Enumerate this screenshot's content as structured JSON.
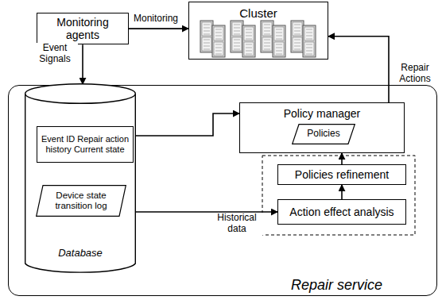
{
  "diagram": {
    "nodes": [
      {
        "text": [
          "Cluster"
        ]
      },
      {
        "text": [
          "Monitoring agents"
        ]
      },
      {
        "text": [
          "Repair service"
        ]
      },
      {
        "text": [
          "Database"
        ],
        "in": 2
      },
      {
        "text": [
          "Event ID Repair action history Current state"
        ],
        "in": 3
      },
      {
        "text": [
          "Device state transition log"
        ],
        "in": 3
      },
      {
        "text": [
          "Policy manager"
        ],
        "in": 2
      },
      {
        "text": [
          "Policies"
        ],
        "in": 6
      },
      {
        "text": [
          "Policies refinement"
        ],
        "in": 2
      },
      {
        "text": [
          "Action effect analysis"
        ],
        "in": 2
      }
    ],
    "edges": [
      {
        "from": 1,
        "to": 0,
        "label": "Monitoring",
        "arrow": "to"
      },
      {
        "from": 1,
        "to": 3,
        "label": "Event Signals",
        "arrow": "to"
      },
      {
        "from": 4,
        "to": 6,
        "arrow": "to"
      },
      {
        "from": 5,
        "to": 9,
        "label": "Historical data",
        "arrow": "to"
      },
      {
        "from": 9,
        "to": 8,
        "arrow": "to"
      },
      {
        "from": 8,
        "to": 6,
        "arrow": "to"
      },
      {
        "from": 6,
        "to": 0,
        "label": "Repair Actions",
        "arrow": "to"
      }
    ]
  }
}
